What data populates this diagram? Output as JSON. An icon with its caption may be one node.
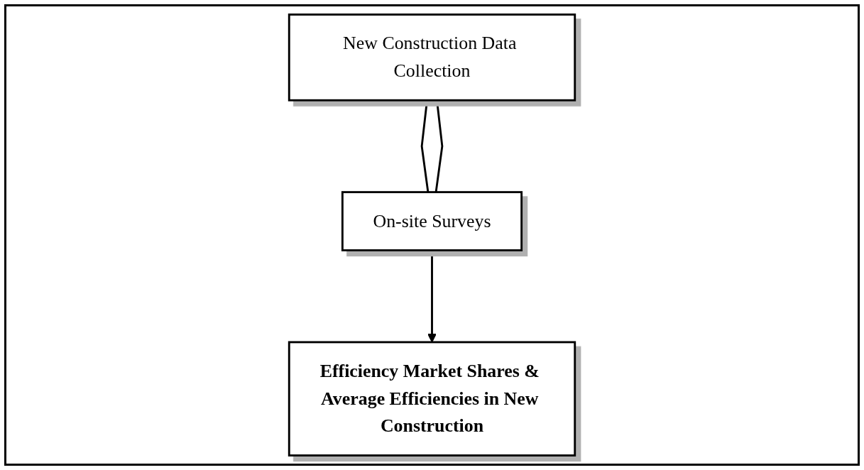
{
  "diagram": {
    "nodes": [
      {
        "text": [
          "New Construction Data Collection"
        ]
      },
      {
        "text": [
          "On-site Surveys"
        ]
      },
      {
        "text": [
          "Efficiency Market Shares & Average Efficiencies in New Construction"
        ]
      }
    ],
    "edges": [
      {
        "from": 0,
        "to": 1,
        "arrow": "none"
      },
      {
        "from": 0,
        "to": 1,
        "arrow": "none"
      },
      {
        "from": 1,
        "to": 2,
        "arrow": "to"
      }
    ]
  }
}
